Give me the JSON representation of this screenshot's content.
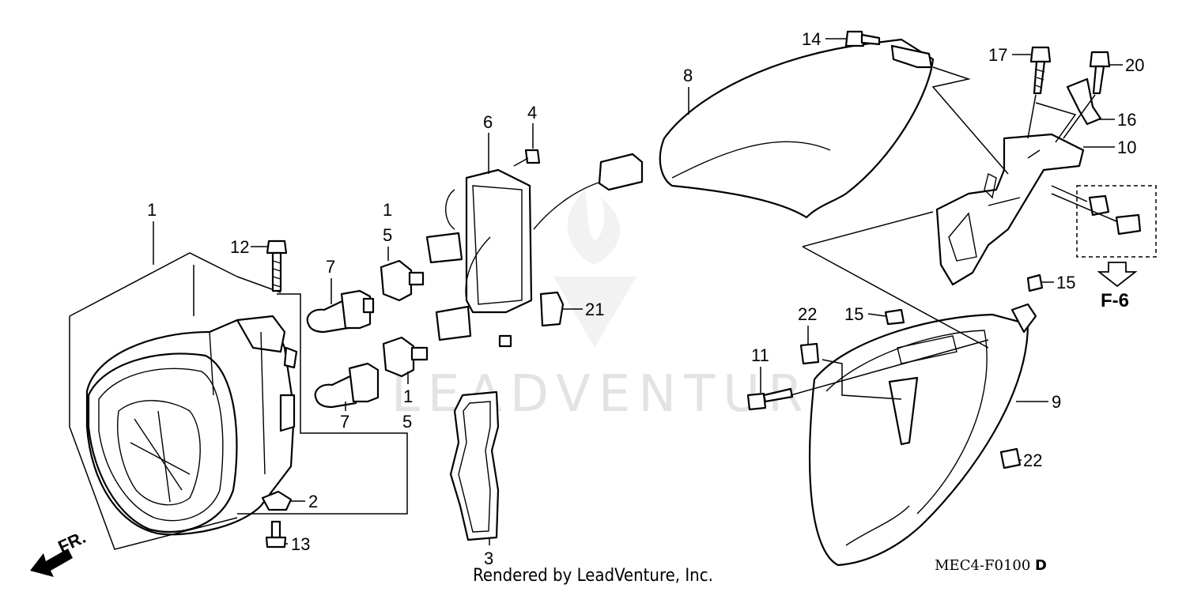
{
  "watermark": "LEADVENTURE",
  "footer": "Rendered by LeadVenture, Inc.",
  "diagram_code": "MEC4-F0100",
  "diagram_rev": "D",
  "front_label": "FR.",
  "reference": "F-6",
  "callouts": {
    "c1a": "1",
    "c1b": "1",
    "c1c": "1",
    "c2": "2",
    "c3": "3",
    "c4": "4",
    "c5a": "5",
    "c5b": "5",
    "c6": "6",
    "c7a": "7",
    "c7b": "7",
    "c8": "8",
    "c9": "9",
    "c10": "10",
    "c11": "11",
    "c12": "12",
    "c13": "13",
    "c14": "14",
    "c15a": "15",
    "c15b": "15",
    "c16": "16",
    "c17": "17",
    "c20": "20",
    "c21": "21",
    "c22a": "22",
    "c22b": "22"
  }
}
